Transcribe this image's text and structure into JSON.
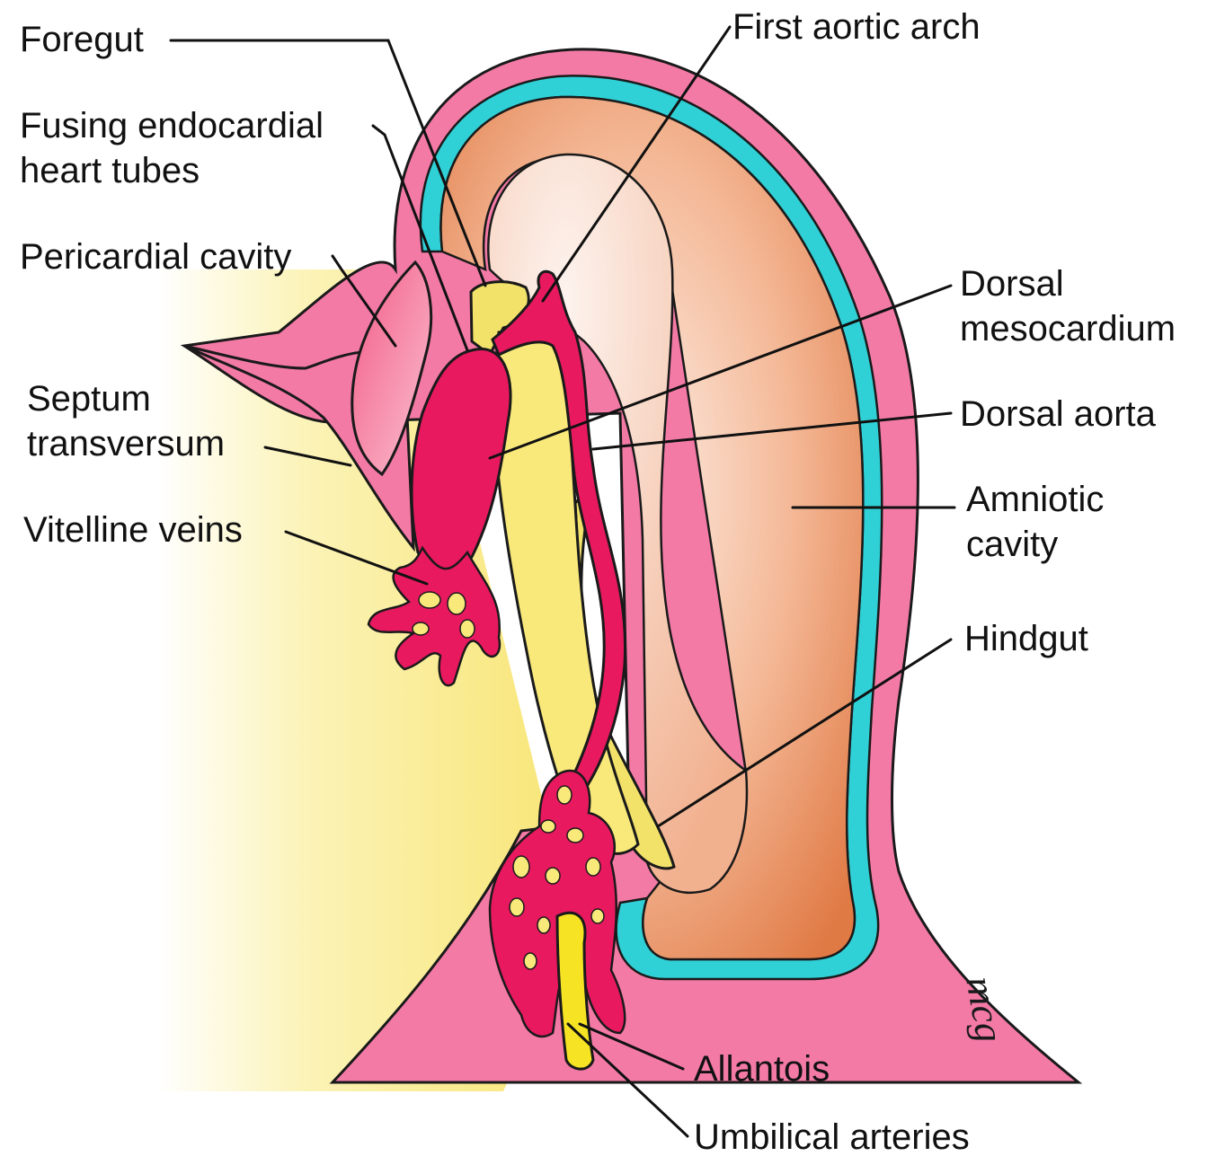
{
  "labels": {
    "foregut": "Foregut",
    "fusing_tubes_line1": "Fusing endocardial",
    "fusing_tubes_line2": "heart tubes",
    "pericardial_cavity": "Pericardial cavity",
    "septum_line1": "Septum",
    "septum_line2": "transversum",
    "vitelline_veins": "Vitelline veins",
    "first_aortic_arch": "First aortic arch",
    "dorsal_meso_line1": "Dorsal",
    "dorsal_meso_line2": "mesocardium",
    "dorsal_aorta": "Dorsal aorta",
    "amniotic_line1": "Amniotic",
    "amniotic_line2": "cavity",
    "hindgut": "Hindgut",
    "allantois": "Allantois",
    "umbilical_arteries": "Umbilical arteries"
  },
  "signature": "mcg",
  "colors": {
    "yolk": "#f8e97a",
    "ectoderm_pink": "#f47aa6",
    "vessel_magenta": "#e8195f",
    "amnion_cyan": "#2fd0d6",
    "amniotic_orange": "#e9875a",
    "gut_yellow": "#f2e26a"
  }
}
